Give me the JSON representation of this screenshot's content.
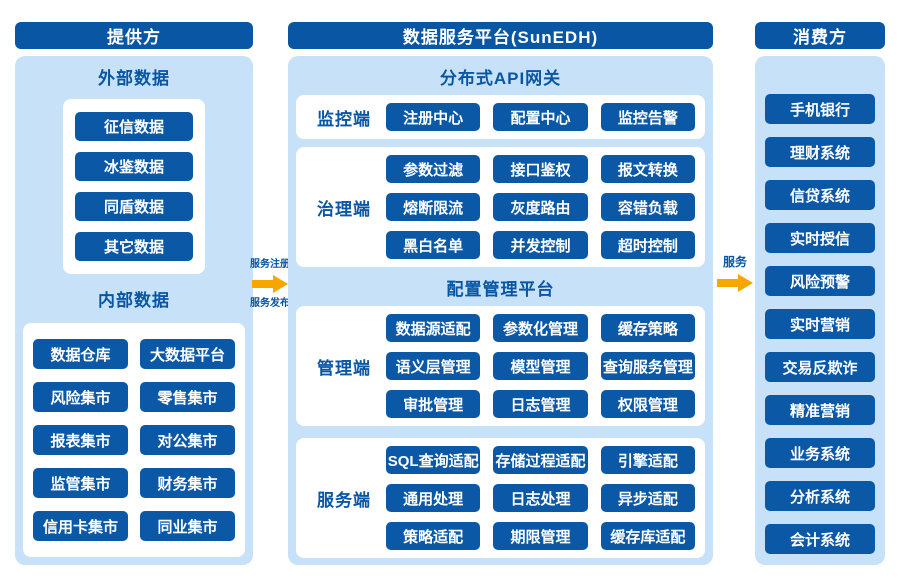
{
  "colors": {
    "dark_blue": "#0856a4",
    "button_blue": "#0a58a6",
    "panel_blue": "#c7e2f8",
    "arrow_orange": "#f7a600",
    "text_white": "#ffffff"
  },
  "provider": {
    "header": "提供方",
    "external": {
      "title": "外部数据",
      "items": [
        "征信数据",
        "冰鉴数据",
        "同盾数据",
        "其它数据"
      ]
    },
    "internal": {
      "title": "内部数据",
      "items": [
        "数据仓库",
        "大数据平台",
        "风险集市",
        "零售集市",
        "报表集市",
        "对公集市",
        "监管集市",
        "财务集市",
        "信用卡集市",
        "同业集市"
      ]
    }
  },
  "platform": {
    "header": "数据服务平台(SunEDH)",
    "gateway": {
      "title": "分布式API网关",
      "sections": [
        {
          "label": "监控端",
          "rows": [
            [
              "注册中心",
              "配置中心",
              "监控告警"
            ]
          ]
        },
        {
          "label": "治理端",
          "rows": [
            [
              "参数过滤",
              "接口鉴权",
              "报文转换"
            ],
            [
              "熔断限流",
              "灰度路由",
              "容错负载"
            ],
            [
              "黑白名单",
              "并发控制",
              "超时控制"
            ]
          ]
        }
      ]
    },
    "config": {
      "title": "配置管理平台",
      "sections": [
        {
          "label": "管理端",
          "rows": [
            [
              "数据源适配",
              "参数化管理",
              "缓存策略"
            ],
            [
              "语义层管理",
              "模型管理",
              "查询服务管理"
            ],
            [
              "审批管理",
              "日志管理",
              "权限管理"
            ]
          ]
        },
        {
          "label": "服务端",
          "rows": [
            [
              "SQL查询适配",
              "存储过程适配",
              "引擎适配"
            ],
            [
              "通用处理",
              "日志处理",
              "异步适配"
            ],
            [
              "策略适配",
              "期限管理",
              "缓存库适配"
            ]
          ]
        }
      ]
    }
  },
  "consumer": {
    "header": "消费方",
    "items": [
      "手机银行",
      "理财系统",
      "信贷系统",
      "实时授信",
      "风险预警",
      "实时营销",
      "交易反欺诈",
      "精准营销",
      "业务系统",
      "分析系统",
      "会计系统"
    ]
  },
  "arrows": {
    "register_label": "服务注册",
    "publish_label": "服务发布",
    "service_label": "服务"
  }
}
